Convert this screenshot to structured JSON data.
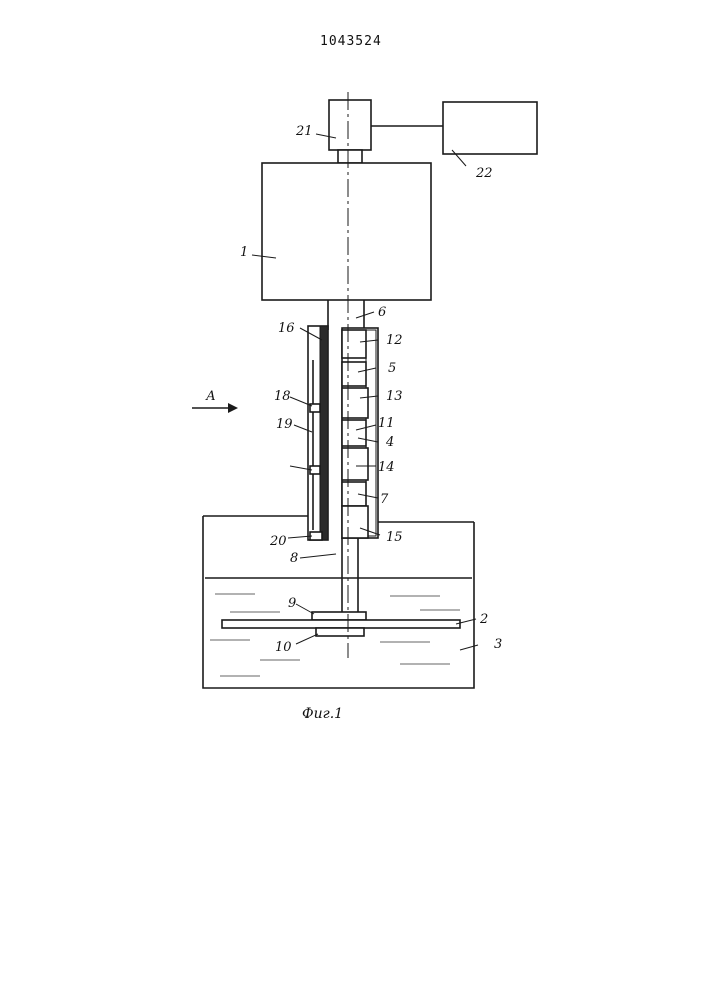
{
  "patent_number": "1043524",
  "figure_caption": "Фиг.1",
  "view_arrow_label": "А",
  "part_labels": {
    "p1": "1",
    "p2": "2",
    "p3": "3",
    "p4": "4",
    "p5": "5",
    "p6": "6",
    "p7": "7",
    "p8": "8",
    "p9": "9",
    "p10": "10",
    "p11": "11",
    "p12": "12",
    "p13": "13",
    "p14": "14",
    "p15": "15",
    "p16": "16",
    "p18": "18",
    "p19": "19",
    "p20": "20",
    "p21": "21",
    "p22": "22"
  },
  "colors": {
    "ink": "#1a1a1a",
    "paper": "#ffffff"
  }
}
